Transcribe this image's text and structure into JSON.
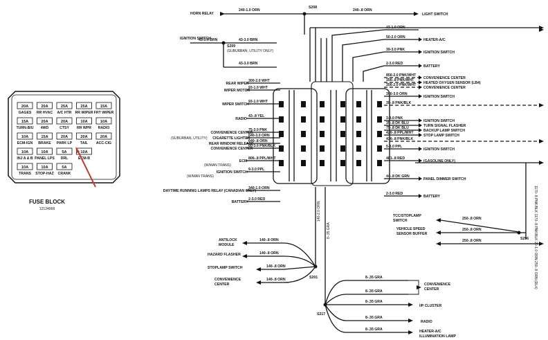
{
  "fuse_block": {
    "title": "FUSE BLOCK",
    "part_number": "12124068",
    "fuses": [
      {
        "amp": "20A",
        "name": "GAGES"
      },
      {
        "amp": "20A",
        "name": "RR HVAC"
      },
      {
        "amp": "25A",
        "name": "A/C HTR"
      },
      {
        "amp": "25A",
        "name": "RR WIPER"
      },
      {
        "amp": "15A",
        "name": "FRT WIPER"
      },
      {
        "amp": "15A",
        "name": "TURN-B/U"
      },
      {
        "amp": "20A",
        "name": "4WD"
      },
      {
        "amp": "20A",
        "name": "CTSY"
      },
      {
        "amp": "10A",
        "name": "RR WPR"
      },
      {
        "amp": "10A",
        "name": "RADIO"
      },
      {
        "amp": "10A",
        "name": "ECM-IGN"
      },
      {
        "amp": "15A",
        "name": "BRAKE"
      },
      {
        "amp": "20A",
        "name": "PARK LP"
      },
      {
        "amp": "20A",
        "name": "TAIL"
      },
      {
        "amp": "20A",
        "name": "ACC-CIG"
      },
      {
        "amp": "10A",
        "name": "INJ A & B"
      },
      {
        "amp": "10A",
        "name": "PANEL LPS"
      },
      {
        "amp": "5A",
        "name": "DRL"
      },
      {
        "amp": "10A",
        "name": "ECM-B"
      },
      {
        "amp": "10A",
        "name": "TRANS"
      },
      {
        "amp": "10A",
        "name": "STOP-HAZ"
      },
      {
        "amp": "5A",
        "name": "CRANK"
      }
    ]
  },
  "top": {
    "horn_relay": "HORN RELAY",
    "w_240_1": "240-1.0 ORN",
    "s208": "S208",
    "w_240_8": "240-.8 ORN",
    "light_switch": "LIGHT SWITCH",
    "ignition_switch": "IGNITION SWITCH",
    "w_43_brn": "43-3.0 BRN",
    "s209": "S209",
    "s209_note": "(SUBURBAN, UTILITY ONLY)",
    "w_43_brn_b": "43-3.0 BRN"
  },
  "left_labels": [
    {
      "wire": "300-2.0 WHT",
      "dest": "REAR WIPER"
    },
    {
      "wire": "93-1.0 WHT",
      "dest": "WIPER MOTOR"
    },
    {
      "wire": "93-1.0 WHT",
      "dest": "WIPER SWITCH"
    },
    {
      "wire": "43-.8 YEL",
      "dest": "RADIO"
    },
    {
      "wire": "75-3.0 PNK",
      "dest": "CONVENIENCE CENTER"
    },
    {
      "wire": "640-3.0 ORN",
      "dest": "CIGARETTE LIGHTER"
    },
    {
      "wire": "640-.8 ORN",
      "dest": "REAR WINDOW RELEASE"
    },
    {
      "wire": "60-3.0 PNK/BLK",
      "dest": "CONVENIENCE CENTER"
    },
    {
      "wire": "806-.8 PPL/WHT",
      "dest": "ECM"
    },
    {
      "wire": "9-3.0 PPL",
      "dest": "IGNITION SWITCH"
    },
    {
      "wire": "340-1.0 ORN",
      "dest": "DAYTIME RUNNING LAMPS RELAY (CANADIAN ONLY)"
    },
    {
      "wire": "2-3.0 RED",
      "dest": "BATTERY"
    }
  ],
  "left_notes": {
    "cig_note": "(SUBURBAN, UTILITY)",
    "ecm_note": "(W/MAN TRANS)",
    "ign_note": "(W/MAN TRANS)"
  },
  "right_labels": [
    {
      "wire": "43-1.0 ORN",
      "dest": ""
    },
    {
      "wire": "50-2.0 ORN",
      "dest": "HEATER-A/C"
    },
    {
      "wire": "39-3.0 PNK",
      "dest": "IGNITION SWITCH"
    },
    {
      "wire": "2-3.0 RED",
      "dest": "BATTERY"
    },
    {
      "wire": "856-2.0 PNK/WHT",
      "dest": "CONVENIENCE CENTER"
    },
    {
      "wire": "356-.8 PNK/WHT",
      "dest": "HEATED OXYGEN SENSOR (LB4)"
    },
    {
      "wire": "356-2.0 PNK/WHT",
      "dest": "CONVENIENCE CENTER"
    },
    {
      "wire": "300-3.0 ORN",
      "dest": "IGNITION SWITCH"
    },
    {
      "wire": "39-.8 PNK/BLK",
      "dest": ""
    },
    {
      "wire": "3-3.0 PNK",
      "dest": "IGNITION SWITCH"
    },
    {
      "wire": "35-.8 DK BLU",
      "dest": "TURN SIGNAL FLASHER"
    },
    {
      "wire": "75-.8 DK BLU",
      "dest": "BACKUP LAMP SWITCH"
    },
    {
      "wire": "420-.8 PPL/WHT",
      "dest": "STOP LAMP SWITCH"
    },
    {
      "wire": "436-.8 PNK/BLK",
      "dest": ""
    },
    {
      "wire": "5-3.0 PPL",
      "dest": "IGNITION SWITCH"
    },
    {
      "wire": "481-.8 RED",
      "dest": "(GASOLINE ONLY)"
    },
    {
      "wire": "44-.8 DK GRN",
      "dest": "PANEL DIMMER SWITCH"
    },
    {
      "wire": "2-3.0 RED",
      "dest": "BATTERY"
    }
  ],
  "lower_right": {
    "stoplamp_switch": "TCC/STOPLAMP SWITCH",
    "vss_buffer": "VEHICLE SPEED SENSOR BUFFER",
    "w1": "250-.8 ORN",
    "w2": "250-.8 ORN",
    "w3": "250-.8 ORN",
    "s296": "S296",
    "vert_label": "1170-.8 PNK/BLK 1170-.8 PNK/BLK 20-1.0 ORN 250-.8 ORN (DL4)"
  },
  "bottom_left": {
    "antilock": "ANTILOCK MODULE",
    "hazard": "HAZARD FLASHER",
    "stoplamp": "STOPLAMP SWITCH",
    "convenience": "CONVENIENCE CENTER",
    "w1": "140-.8 ORN",
    "w2": "140-.8 ORN",
    "w3": "140-.8 ORN",
    "w4": "140-.8 ORN",
    "s201": "S201",
    "vert1": "140-2.0 ORN",
    "vert2": "8-.35 GRA"
  },
  "bottom_center": {
    "s217": "S217",
    "w1": "8-.35 GRA",
    "w2": "8-.35 GRA",
    "w3": "8-.35 GRA",
    "w4": "8-.35 GRA",
    "w5": "8-.35 GRA",
    "convenience": "CONVENIENCE CENTER",
    "ip_cluster": "I/P CLUSTER",
    "radio": "RADIO",
    "heater": "HEATER-A/C ILLUMINATION LAMP"
  }
}
